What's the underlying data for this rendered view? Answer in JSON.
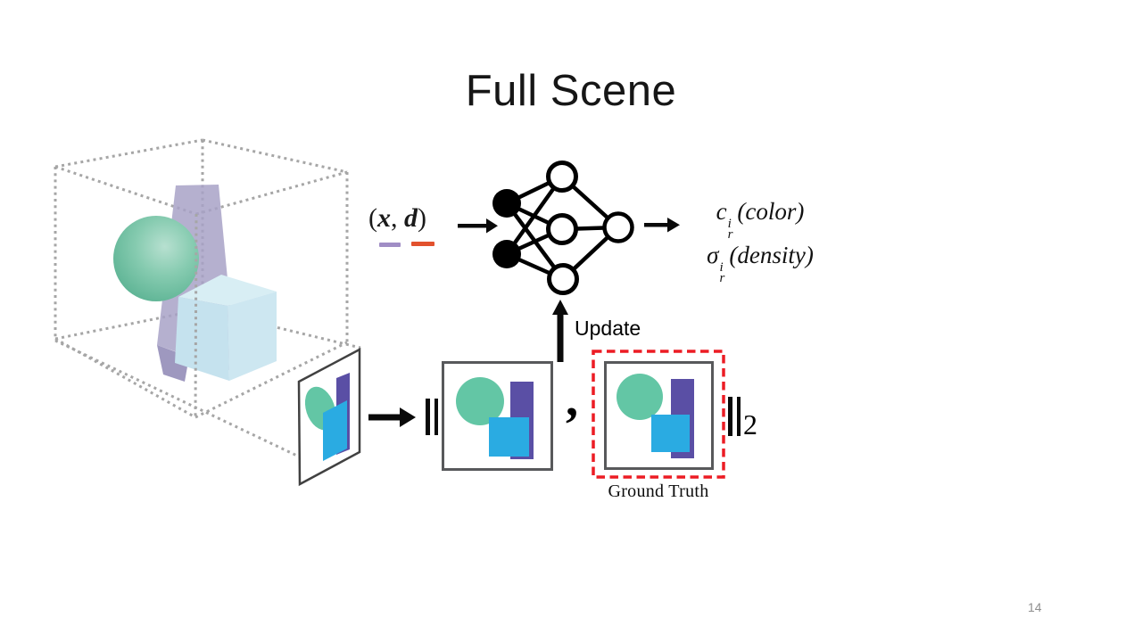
{
  "slide": {
    "title": "Full Scene",
    "page_number": "14"
  },
  "pipeline": {
    "input": {
      "open": "(",
      "x": "x",
      "comma": ",",
      "d": "d",
      "close": ")"
    },
    "network": {
      "type": "MLP",
      "input_nodes": 2,
      "hidden_nodes": 3,
      "output_nodes": 1
    },
    "outputs": {
      "color": {
        "base": "c",
        "sup": "i",
        "sub": "r",
        "label": "(color)"
      },
      "density": {
        "base": "σ",
        "sup": "i",
        "sub": "r",
        "label": "(density)"
      }
    },
    "update_label": "Update",
    "loss": {
      "comma": ",",
      "subscript": "2"
    },
    "ground_truth_label": "Ground Truth"
  },
  "colors": {
    "x_underline": "#a08dc5",
    "d_underline": "#e2512d",
    "sphere_teal": "#63c6a5",
    "shape_purple": "#5a4fa5",
    "shape_blue": "#2aabe2",
    "prism_purple": "#a7a1c6",
    "prism_purple_dark": "#948db8",
    "cube_top": "#d8eef4",
    "cube_front": "#c5e2ee",
    "cube_right": "#cde7f1",
    "ground_truth_red": "#ec1c24",
    "dotted_gray": "#a6a6a6",
    "box_border_gray": "#58595b"
  }
}
